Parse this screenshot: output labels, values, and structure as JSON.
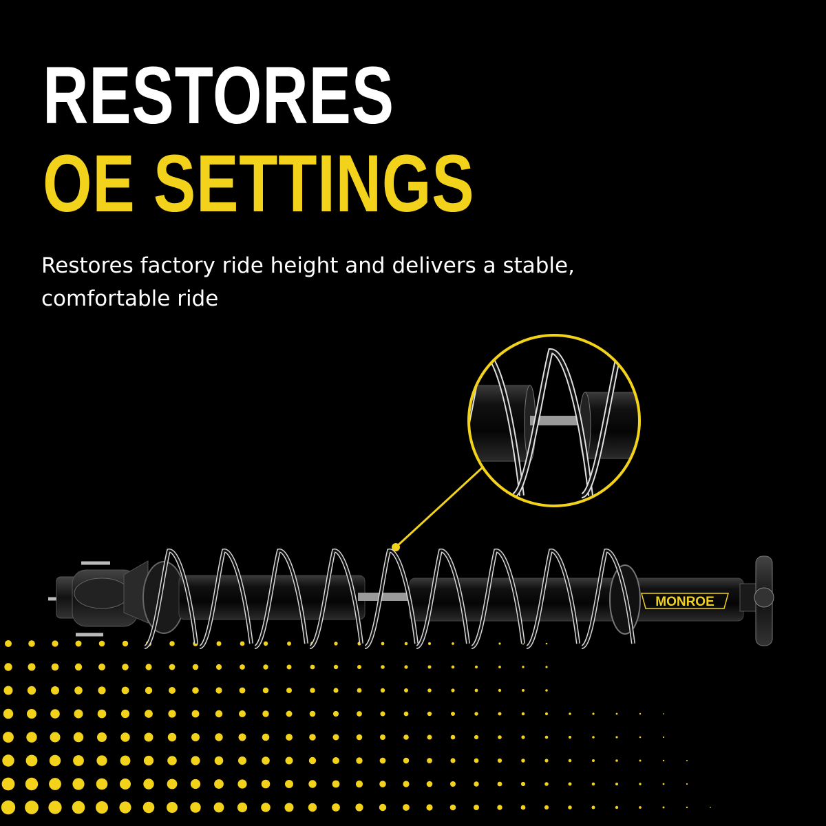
{
  "headline": {
    "line1": "RESTORES",
    "line2": "OE SETTINGS"
  },
  "subtitle": "Restores factory ride height and delivers a stable, comfortable ride",
  "brand": {
    "logo_text": "MONROE"
  },
  "colors": {
    "background": "#000000",
    "accent": "#f2d21b",
    "text": "#ffffff",
    "shock_body": "#141414"
  },
  "icons": [
    "shock-absorber-image",
    "magnifier-callout",
    "halftone-dots"
  ]
}
